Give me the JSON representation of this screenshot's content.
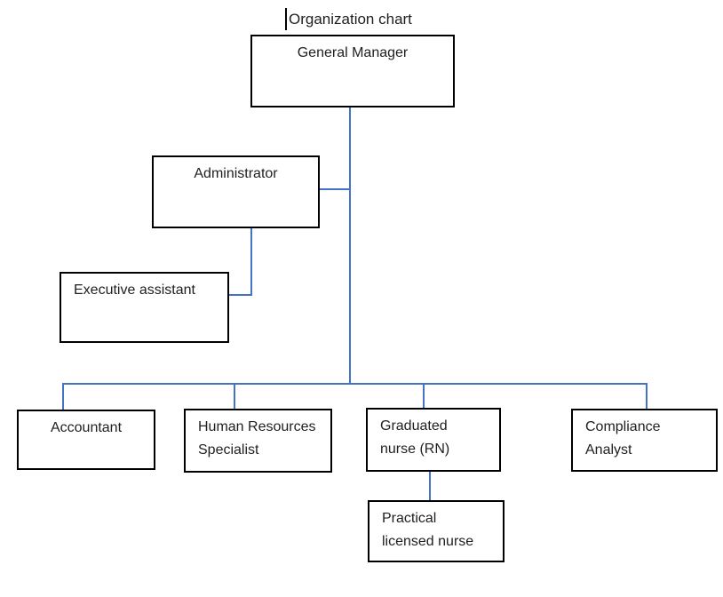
{
  "page": {
    "title": "Organization chart"
  },
  "colors": {
    "accent": "#4472C4",
    "border": "#000000",
    "text": "#1f1f1f",
    "background": "#ffffff"
  },
  "nodes": [
    {
      "id": "general-manager",
      "label": "General Manager"
    },
    {
      "id": "administrator",
      "label": "Administrator"
    },
    {
      "id": "executive-assistant",
      "label": "Executive assistant"
    },
    {
      "id": "accountant",
      "label": "Accountant"
    },
    {
      "id": "hr-specialist",
      "label": "Human Resources\nSpecialist"
    },
    {
      "id": "graduated-nurse",
      "label": "Graduated\nnurse (RN)"
    },
    {
      "id": "compliance-analyst",
      "label": "Compliance\nAnalyst"
    },
    {
      "id": "practical-nurse",
      "label": "Practical\nlicensed nurse"
    }
  ],
  "edges": [
    {
      "from": "general-manager",
      "to": "administrator"
    },
    {
      "from": "administrator",
      "to": "executive-assistant"
    },
    {
      "from": "general-manager",
      "to": "accountant"
    },
    {
      "from": "general-manager",
      "to": "hr-specialist"
    },
    {
      "from": "general-manager",
      "to": "graduated-nurse"
    },
    {
      "from": "general-manager",
      "to": "compliance-analyst"
    },
    {
      "from": "graduated-nurse",
      "to": "practical-nurse"
    }
  ]
}
